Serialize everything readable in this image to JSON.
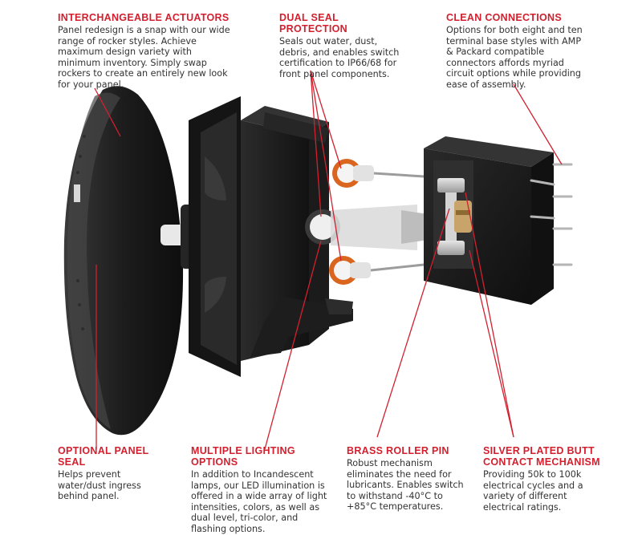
{
  "callouts": {
    "interchangeable": {
      "title": "INTERCHANGEABLE ACTUATORS",
      "body": "Panel redesign is a snap with our wide range of rocker styles. Achieve maximum design variety with minimum inventory. Simply swap rockers to create an entirely new look for your panel."
    },
    "dual_seal": {
      "title": "DUAL SEAL PROTECTION",
      "body": "Seals out water, dust, debris, and enables switch certification to IP66/68 for front panel components."
    },
    "clean_connections": {
      "title": "CLEAN CONNECTIONS",
      "body": "Options for both eight and ten terminal base styles with AMP & Packard compatible connectors affords myriad circuit options while providing ease of assembly."
    },
    "panel_seal": {
      "title": "OPTIONAL PANEL SEAL",
      "body": "Helps prevent water/dust ingress behind panel."
    },
    "lighting": {
      "title": "MULTIPLE LIGHTING OPTIONS",
      "body": "In addition to Incandescent lamps, our LED illumination is offered in a wide array of light intensities, colors, as well as dual level, tri-color, and flashing options."
    },
    "brass_pin": {
      "title": "BRASS ROLLER PIN",
      "body": "Robust mechanism eliminates the need for lubricants. Enables switch to withstand -40°C to +85°C temperatures."
    },
    "silver_plated": {
      "title": "SILVER PLATED BUTT CONTACT MECHANISM",
      "body": "Providing 50k to 100k electrical cycles and a variety of different electrical ratings."
    }
  },
  "colors": {
    "accent": "#d3202f",
    "part_dark": "#1f1f1f",
    "seal_orange": "#d9651f"
  }
}
